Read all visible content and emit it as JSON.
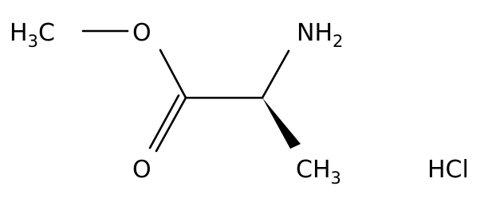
{
  "molecule": {
    "atoms": {
      "methyl_left": {
        "main": "H",
        "sub": "3",
        "tail": "C"
      },
      "ester_oxygen": {
        "main": "O"
      },
      "amine": {
        "main": "NH",
        "sub": "2"
      },
      "carbonyl_oxygen": {
        "main": "O"
      },
      "methyl_right": {
        "main": "CH",
        "sub": "3"
      },
      "salt": {
        "main": "HCl"
      }
    },
    "colors": {
      "ink": "#000000",
      "oxygen": "#ff0000",
      "nitrogen": "#0000ff",
      "chlorine": "#00cc00"
    }
  }
}
